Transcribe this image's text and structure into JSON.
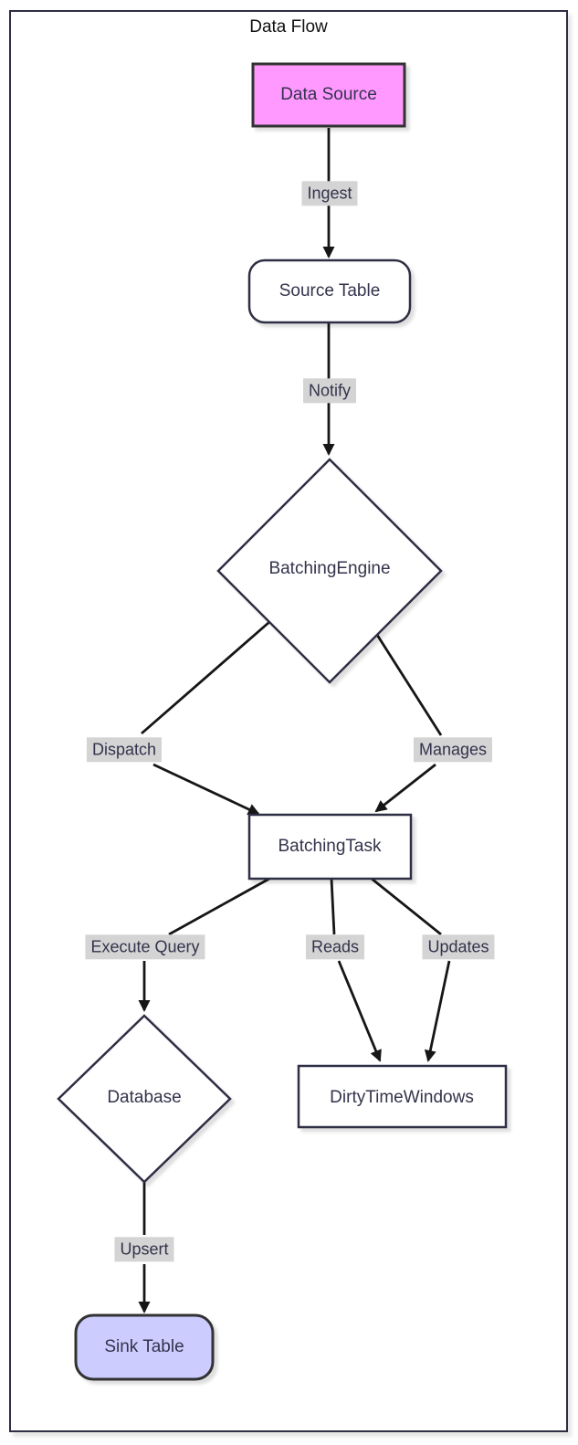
{
  "title": "Data Flow",
  "nodes": [
    {
      "id": "data-source",
      "label": "Data Source",
      "shape": "rectangle",
      "fill": "#ff99ff",
      "stroke": "#333333"
    },
    {
      "id": "source-table",
      "label": "Source Table",
      "shape": "rounded",
      "fill": "#ffffff",
      "stroke": "#2e2e44"
    },
    {
      "id": "batching-engine",
      "label": "BatchingEngine",
      "shape": "diamond",
      "fill": "#ffffff",
      "stroke": "#2e2e44"
    },
    {
      "id": "batching-task",
      "label": "BatchingTask",
      "shape": "rectangle",
      "fill": "#ffffff",
      "stroke": "#2e2e44"
    },
    {
      "id": "database",
      "label": "Database",
      "shape": "diamond",
      "fill": "#ffffff",
      "stroke": "#2e2e44"
    },
    {
      "id": "dirty-time-windows",
      "label": "DirtyTimeWindows",
      "shape": "rectangle",
      "fill": "#ffffff",
      "stroke": "#2e2e44"
    },
    {
      "id": "sink-table",
      "label": "Sink Table",
      "shape": "rounded",
      "fill": "#ccccff",
      "stroke": "#333333"
    }
  ],
  "edges": [
    {
      "from": "data-source",
      "to": "source-table",
      "label": "Ingest"
    },
    {
      "from": "source-table",
      "to": "batching-engine",
      "label": "Notify"
    },
    {
      "from": "batching-engine",
      "to": "batching-task",
      "label": "Dispatch"
    },
    {
      "from": "batching-engine",
      "to": "batching-task",
      "label": "Manages"
    },
    {
      "from": "batching-task",
      "to": "database",
      "label": "Execute Query"
    },
    {
      "from": "batching-task",
      "to": "dirty-time-windows",
      "label": "Reads"
    },
    {
      "from": "batching-task",
      "to": "dirty-time-windows",
      "label": "Updates"
    },
    {
      "from": "database",
      "to": "sink-table",
      "label": "Upsert"
    }
  ],
  "colors": {
    "edge_line": "#161616",
    "edge_label_background": "#d4d4d4",
    "node_text": "#33334c",
    "frame_border": "#2e2e44",
    "accent_pink": "#ff99ff",
    "accent_purple": "#ccccff"
  }
}
